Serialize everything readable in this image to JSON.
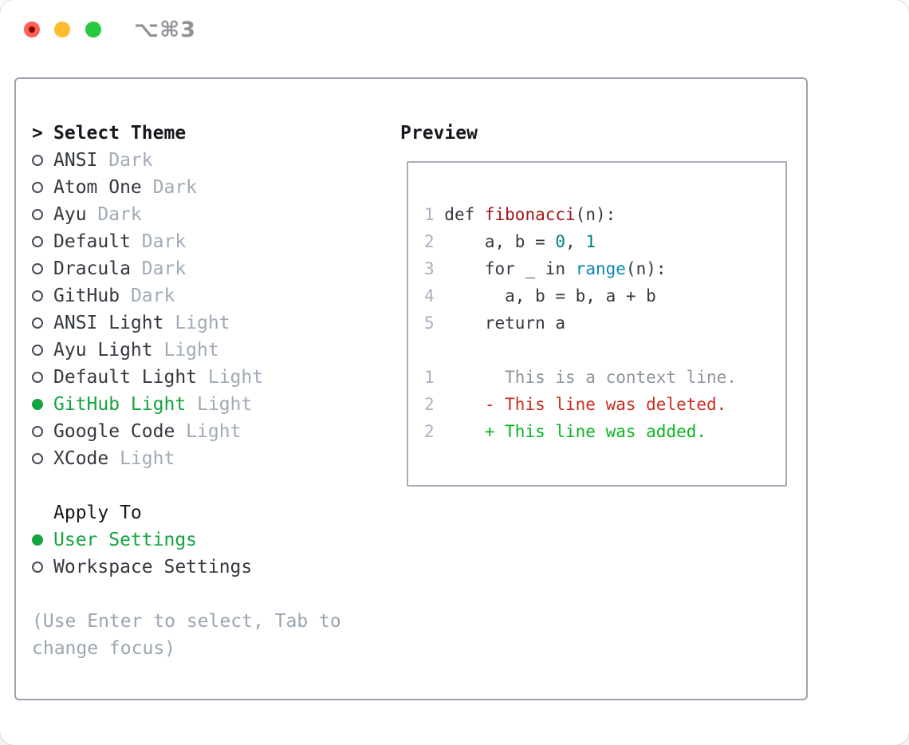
{
  "window": {
    "shortcut": "⌥⌘3",
    "traffic_lights": [
      "close",
      "minimize",
      "zoom"
    ]
  },
  "colors": {
    "ink": "#33383f",
    "ink_strong": "#15181c",
    "tag": "#a0aab7",
    "hint": "#9aa5b2",
    "green_sel": "#13a53e",
    "ln": "#a9b2bf",
    "kw": "#33383f",
    "fn": "#a31717",
    "num": "#008083",
    "builtin": "#0b86b8",
    "ctx": "#8d949c",
    "del": "#cb2d1f",
    "add": "#0bb521",
    "border_panel": "#99a2ad",
    "border_box": "#a6aeb8",
    "traffic_red": "#ff5f57",
    "traffic_red_dot": "#7c0d04",
    "traffic_yellow": "#febc2e",
    "traffic_green": "#27c93f",
    "shortcut": "#8e9297"
  },
  "theme_panel": {
    "prompt": ">",
    "title": "Select Theme",
    "themes": [
      {
        "label": "ANSI",
        "tag": "Dark",
        "selected": false
      },
      {
        "label": "Atom One",
        "tag": "Dark",
        "selected": false
      },
      {
        "label": "Ayu",
        "tag": "Dark",
        "selected": false
      },
      {
        "label": "Default",
        "tag": "Dark",
        "selected": false
      },
      {
        "label": "Dracula",
        "tag": "Dark",
        "selected": false
      },
      {
        "label": "GitHub",
        "tag": "Dark",
        "selected": false
      },
      {
        "label": "ANSI Light",
        "tag": "Light",
        "selected": false
      },
      {
        "label": "Ayu Light",
        "tag": "Light",
        "selected": false
      },
      {
        "label": "Default Light",
        "tag": "Light",
        "selected": false
      },
      {
        "label": "GitHub Light",
        "tag": "Light",
        "selected": true
      },
      {
        "label": "Google Code",
        "tag": "Light",
        "selected": false
      },
      {
        "label": "XCode",
        "tag": "Light",
        "selected": false
      }
    ],
    "apply_to": {
      "title": "Apply To",
      "options": [
        {
          "label": "User Settings",
          "selected": true
        },
        {
          "label": "Workspace Settings",
          "selected": false
        }
      ]
    },
    "hint_lines": [
      "(Use Enter to select, Tab to",
      "change focus)"
    ]
  },
  "preview": {
    "title": "Preview",
    "code_lines": [
      {
        "num": "1",
        "tokens": [
          {
            "t": "def ",
            "c": "kw"
          },
          {
            "t": "fibonacci",
            "c": "fn"
          },
          {
            "t": "(n):",
            "c": "base"
          }
        ]
      },
      {
        "num": "2",
        "tokens": [
          {
            "t": "    a, b = ",
            "c": "base"
          },
          {
            "t": "0",
            "c": "num"
          },
          {
            "t": ", ",
            "c": "base"
          },
          {
            "t": "1",
            "c": "num"
          }
        ]
      },
      {
        "num": "3",
        "tokens": [
          {
            "t": "    ",
            "c": "base"
          },
          {
            "t": "for",
            "c": "kw"
          },
          {
            "t": " _ ",
            "c": "base"
          },
          {
            "t": "in",
            "c": "kw"
          },
          {
            "t": " ",
            "c": "base"
          },
          {
            "t": "range",
            "c": "bi"
          },
          {
            "t": "(n):",
            "c": "base"
          }
        ]
      },
      {
        "num": "4",
        "tokens": [
          {
            "t": "      a, b = b, a + b",
            "c": "base"
          }
        ]
      },
      {
        "num": "5",
        "tokens": [
          {
            "t": "    ",
            "c": "base"
          },
          {
            "t": "return",
            "c": "kw"
          },
          {
            "t": " a",
            "c": "base"
          }
        ]
      }
    ],
    "diff_lines": [
      {
        "num": "1",
        "text": "      This is a context line.",
        "type": "ctx"
      },
      {
        "num": "2",
        "text": "    - This line was deleted.",
        "type": "del"
      },
      {
        "num": "2",
        "text": "    + This line was added.",
        "type": "add"
      }
    ]
  }
}
